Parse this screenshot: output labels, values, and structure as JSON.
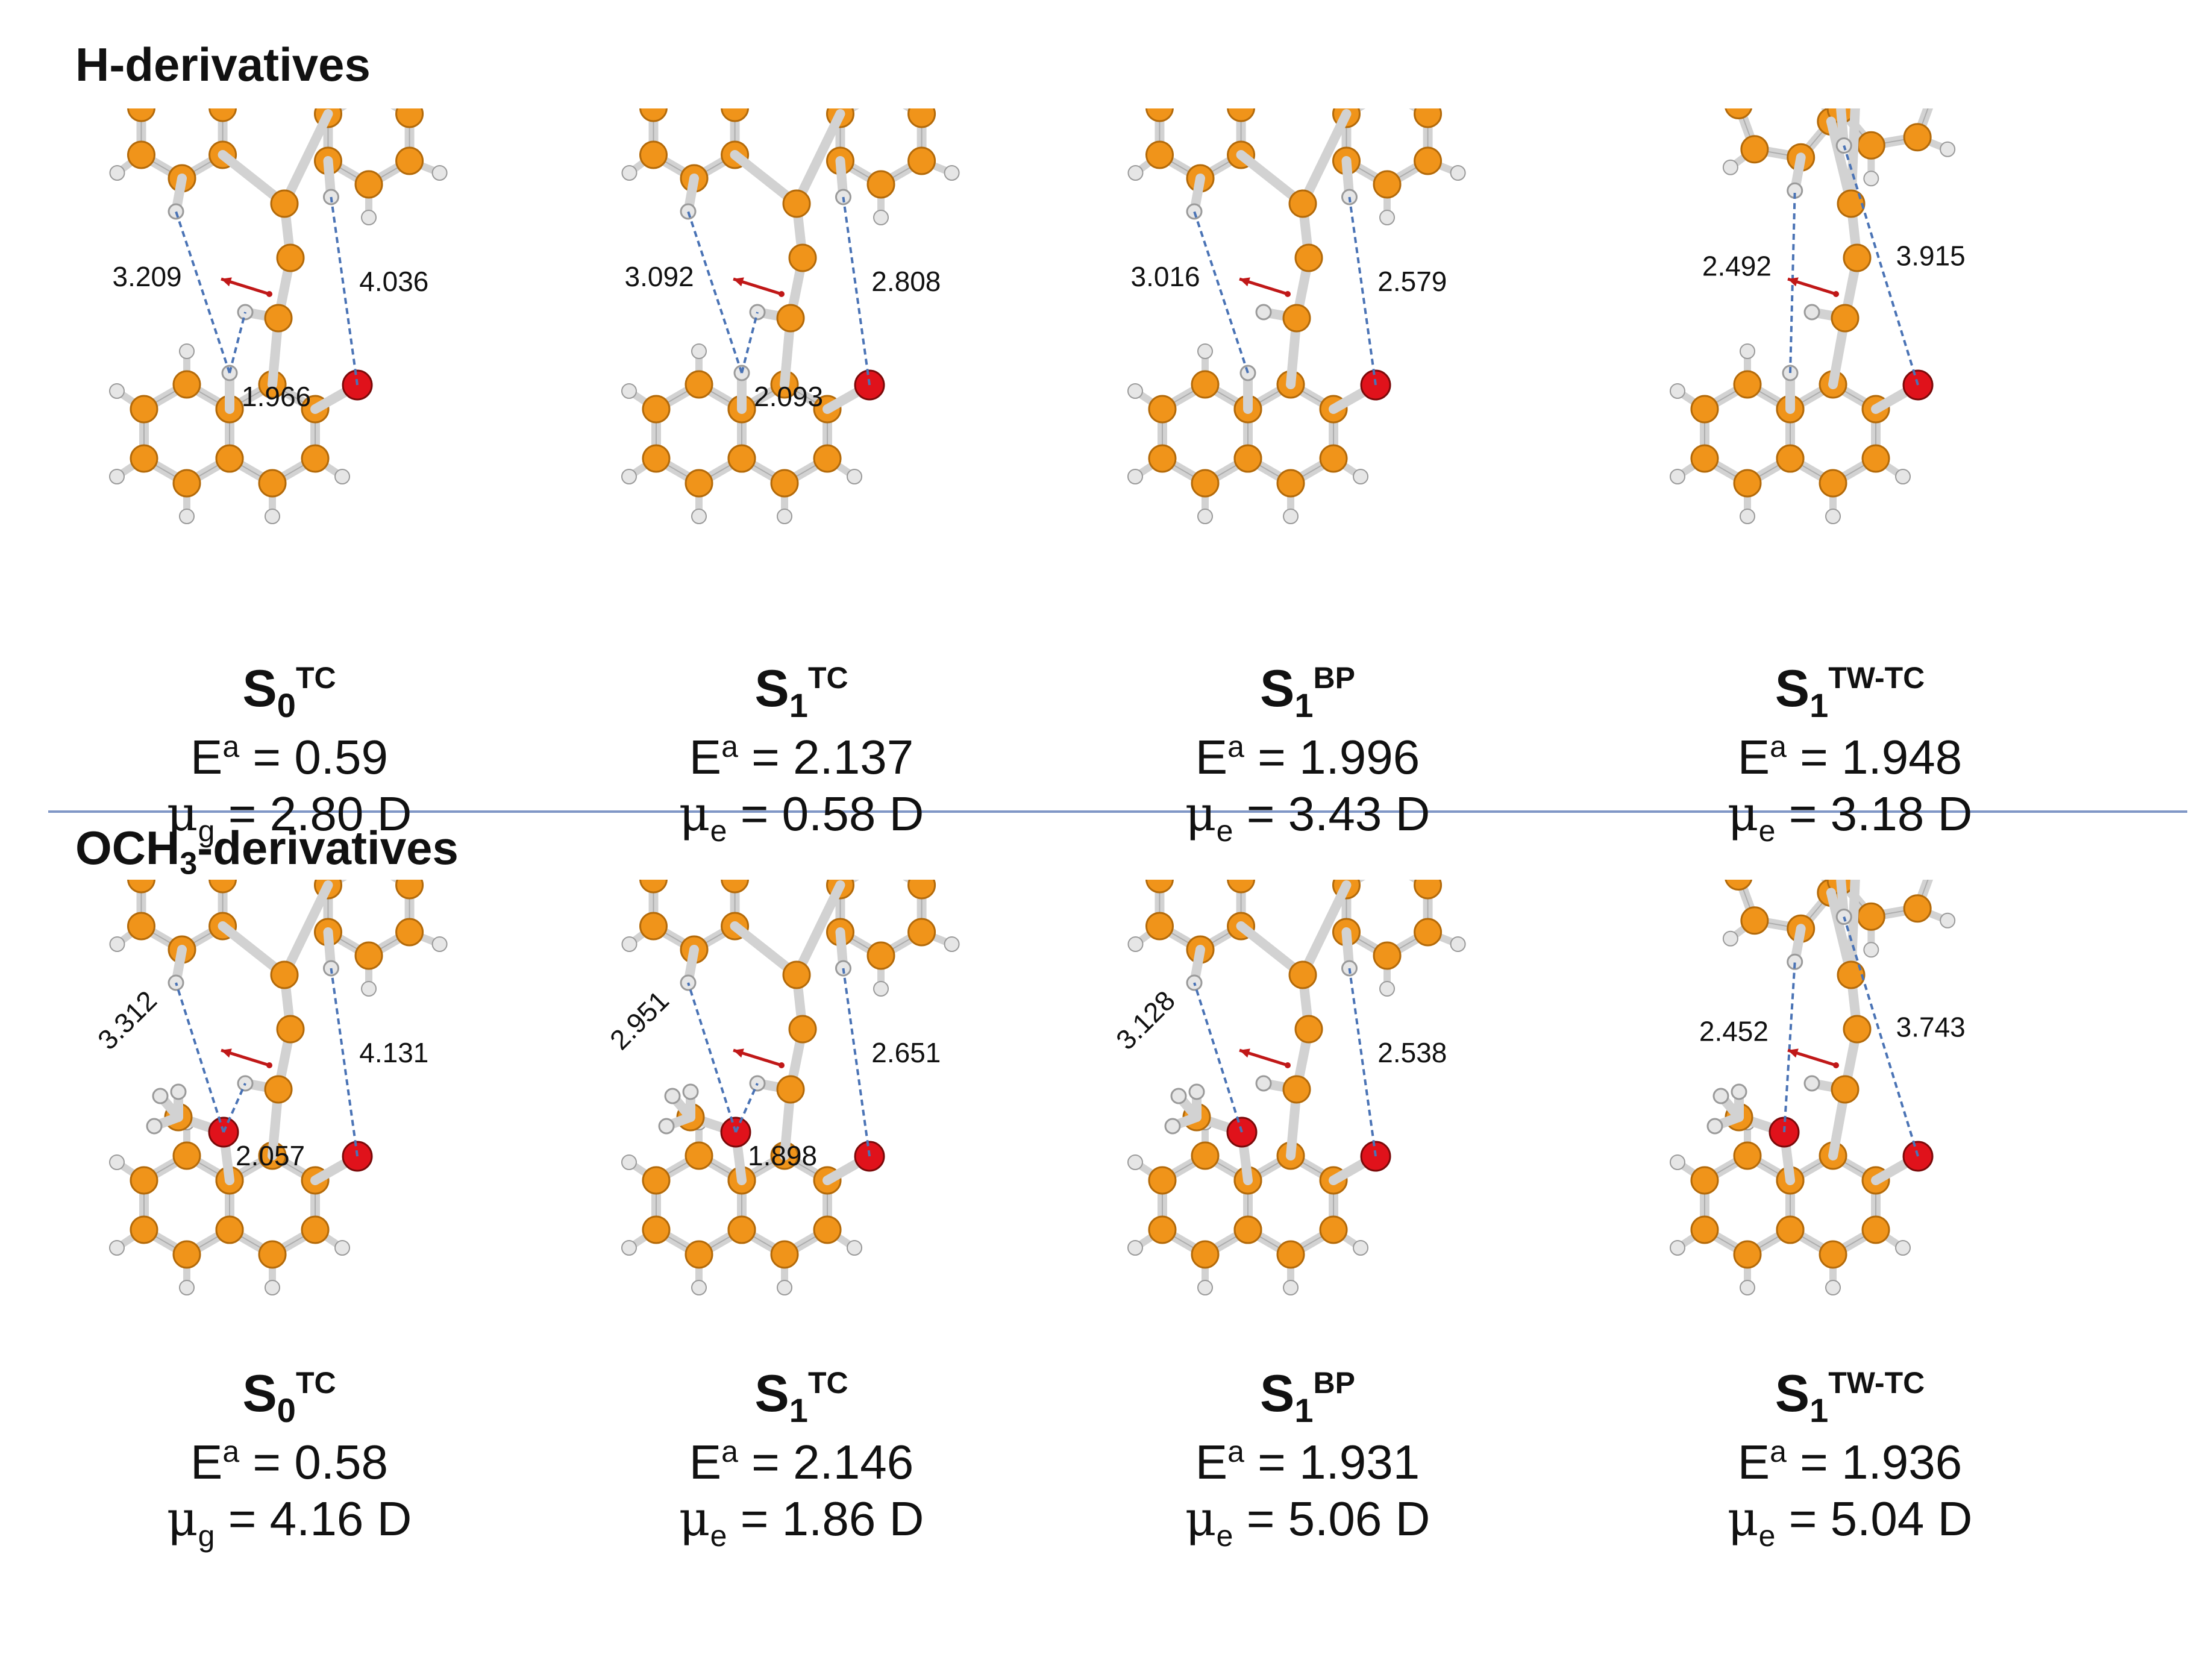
{
  "sections": {
    "h": {
      "title": "H-derivatives"
    },
    "och3": {
      "title_base": "OCH",
      "title_sub": "3",
      "title_rest": "-derivatives"
    }
  },
  "colors": {
    "carbon": "#f0941a",
    "oxygen": "#e0121b",
    "hydrogen": "#e6e6e6",
    "bond": "#d2d2d2",
    "contact": "#4a73b5",
    "arrow": "#c01818",
    "divider": "#8097c6"
  },
  "panels": [
    {
      "id": "h-s0tc",
      "state_sub": "0",
      "state_sup": "TC",
      "energy": "0.59",
      "dipole_sub": "g",
      "dipole": "2.80 D",
      "distances": [
        "3.209",
        "1.966",
        "4.036"
      ]
    },
    {
      "id": "h-s1tc",
      "state_sub": "1",
      "state_sup": "TC",
      "energy": "2.137",
      "dipole_sub": "e",
      "dipole": "0.58 D",
      "distances": [
        "3.092",
        "2.093",
        "2.808"
      ]
    },
    {
      "id": "h-s1bp",
      "state_sub": "1",
      "state_sup": "BP",
      "energy": "1.996",
      "dipole_sub": "e",
      "dipole": "3.43 D",
      "distances": [
        "3.016",
        "2.579"
      ]
    },
    {
      "id": "h-s1twtc",
      "state_sub": "1",
      "state_sup": "TW-TC",
      "energy": "1.948",
      "dipole_sub": "e",
      "dipole": "3.18 D",
      "distances": [
        "2.492",
        "3.915"
      ]
    },
    {
      "id": "o-s0tc",
      "state_sub": "0",
      "state_sup": "TC",
      "energy": "0.58",
      "dipole_sub": "g",
      "dipole": "4.16 D",
      "distances": [
        "3.312",
        "2.057",
        "4.131"
      ]
    },
    {
      "id": "o-s1tc",
      "state_sub": "1",
      "state_sup": "TC",
      "energy": "2.146",
      "dipole_sub": "e",
      "dipole": "1.86 D",
      "distances": [
        "2.951",
        "1.898",
        "2.651"
      ]
    },
    {
      "id": "o-s1bp",
      "state_sub": "1",
      "state_sup": "BP",
      "energy": "1.931",
      "dipole_sub": "e",
      "dipole": "5.06 D",
      "distances": [
        "3.128",
        "2.538"
      ]
    },
    {
      "id": "o-s1twtc",
      "state_sub": "1",
      "state_sup": "TW-TC",
      "energy": "1.936",
      "dipole_sub": "e",
      "dipole": "5.04 D",
      "distances": [
        "2.452",
        "3.743"
      ]
    }
  ],
  "labels": {
    "state_base": "S",
    "energy_prefix": "E",
    "energy_sup": "a",
    "equals": " = ",
    "mu": "μ"
  }
}
